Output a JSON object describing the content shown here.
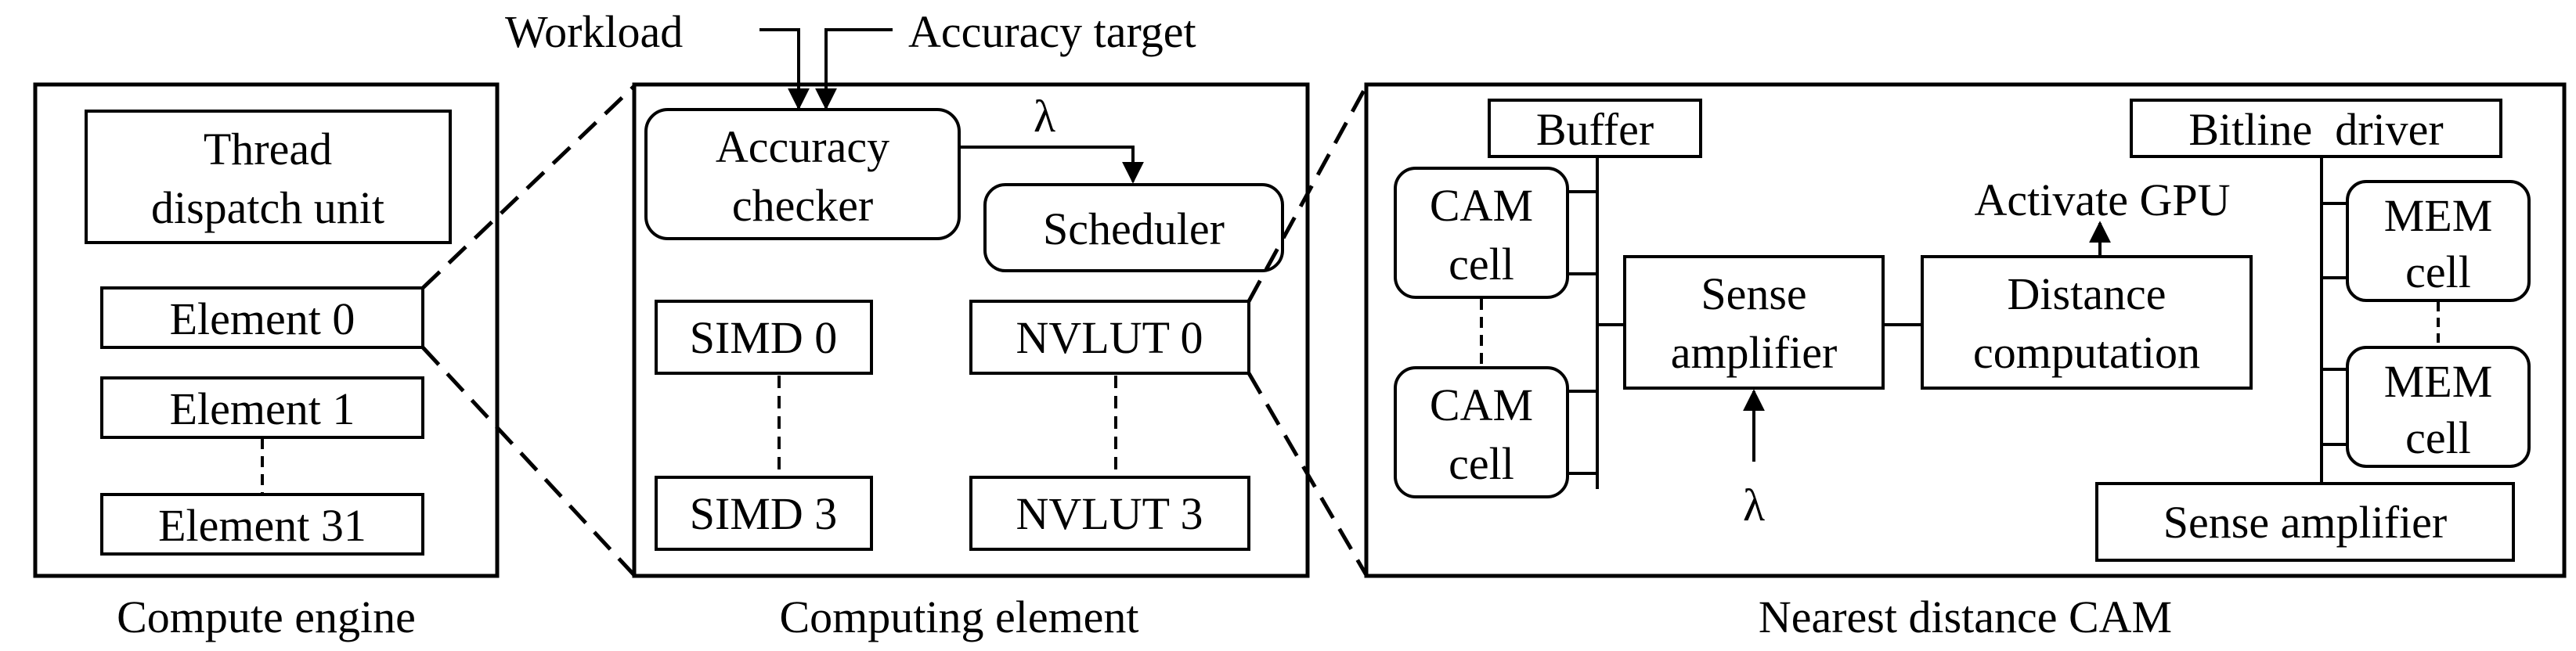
{
  "inputs": {
    "workload": "Workload",
    "accuracy_target": "Accuracy target"
  },
  "compute_engine": {
    "caption": "Compute engine",
    "thread_dispatch_line1": "Thread",
    "thread_dispatch_line2": "dispatch unit",
    "element_0": "Element 0",
    "element_1": "Element 1",
    "element_31": "Element 31"
  },
  "computing_element": {
    "caption": "Computing element",
    "accuracy_checker_line1": "Accuracy",
    "accuracy_checker_line2": "checker",
    "lambda_label": "λ",
    "scheduler": "Scheduler",
    "simd_0": "SIMD 0",
    "simd_3": "SIMD 3",
    "nvlut_0": "NVLUT 0",
    "nvlut_3": "NVLUT 3"
  },
  "cam": {
    "caption": "Nearest distance CAM",
    "buffer": "Buffer",
    "cam_cell_top_line1": "CAM",
    "cam_cell_top_line2": "cell",
    "cam_cell_bottom_line1": "CAM",
    "cam_cell_bottom_line2": "cell",
    "sense_amp_line1": "Sense",
    "sense_amp_line2": "amplifier",
    "lambda_input": "λ",
    "activate_gpu": "Activate GPU",
    "distance_line1": "Distance",
    "distance_line2": "computation",
    "bitline_driver": "Bitline  driver",
    "mem_cell_top_line1": "MEM",
    "mem_cell_top_line2": "cell",
    "mem_cell_bottom_line1": "MEM",
    "mem_cell_bottom_line2": "cell",
    "sense_amplifier_bottom": "Sense amplifier"
  }
}
